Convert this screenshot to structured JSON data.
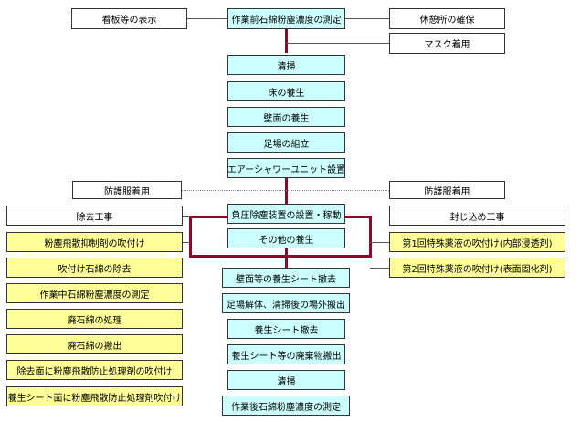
{
  "diagram": {
    "top": {
      "left": "看板等の表示",
      "center": "作業前石綿粉塵濃度の測定",
      "right": "休憩所の確保",
      "mask": "マスク着用"
    },
    "main_steps": [
      "清掃",
      "床の養生",
      "壁面の養生",
      "足場の組立",
      "エアーシャワーユニット設置",
      "負圧除塵装置の設置・稼動",
      "その他の養生",
      "壁面等の養生シート撤去",
      "足場解体、清掃後の場外搬出",
      "養生シート撤去",
      "養生シート等の廃棄物搬出",
      "清掃",
      "作業後石綿粉塵濃度の測定"
    ],
    "protective_left": "防護服着用",
    "protective_right": "防護服着用",
    "removal": {
      "header": "除去工事",
      "steps": [
        "粉塵飛散抑制剤の吹付け",
        "吹付け石綿の除去",
        "作業中石綿粉塵濃度の測定",
        "廃石綿の処理",
        "廃石綿の搬出",
        "除去面に粉塵飛散防止処理剤の吹付け",
        "養生シート面に粉塵飛散防止処理剤吹付け"
      ]
    },
    "encapsulation": {
      "header": "封じ込め工事",
      "steps": [
        "第1回特殊薬液の吹付け(内部浸透剤)",
        "第2回特殊薬液の吹付け(表面固化剤)"
      ]
    },
    "colors": {
      "main_fill": "#ccffff",
      "step_fill": "#ffff99",
      "connector": "#8b0a2c"
    }
  }
}
